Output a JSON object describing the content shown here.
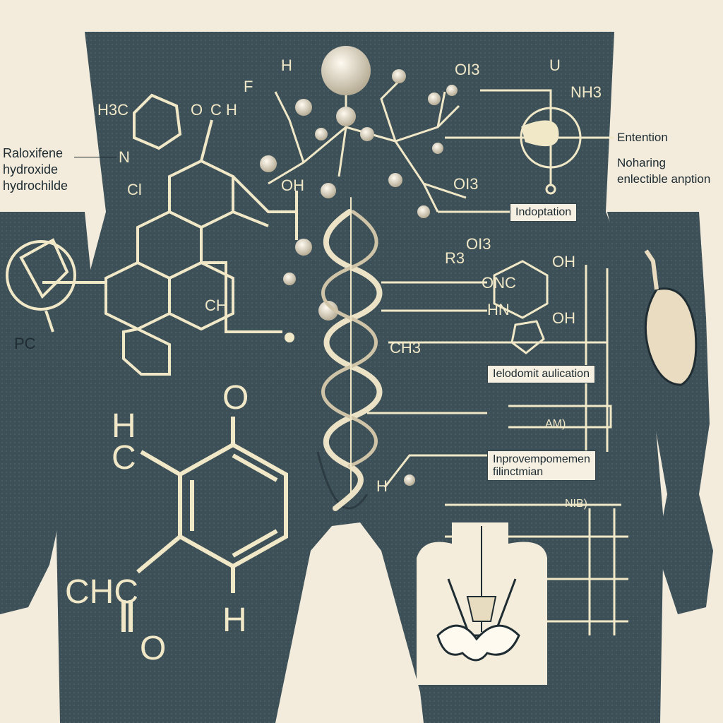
{
  "labels": {
    "left_title_1": "Raloxifene",
    "left_title_2": "hydroxide",
    "left_title_3": "hydrochilde",
    "right_top_1": "Entention",
    "right_top_2": "Noharing",
    "right_top_3": "enlectible anption",
    "box_1": "Indoptation",
    "box_2": "Ielodomit aulication",
    "box_3_line1": "Inprovempomemen",
    "box_3_line2": "filinctmian",
    "axis_1": "AM)",
    "axis_2": "NIB)"
  },
  "chem_text": {
    "h3c": "H3C",
    "o_top": "O",
    "c_h": "C H",
    "n_left": "N",
    "cl_left": "Cl",
    "h_top": "H",
    "f_top": "F",
    "oh_mid": "OH",
    "ch_mid": "CH",
    "pc": "PC",
    "ol_top": "OI3",
    "nh3": "NH3",
    "u_top": "U",
    "ol_mid": "OI3",
    "ol_right": "OI3",
    "r3": "R3",
    "onc": "ONC",
    "oh_right1": "OH",
    "hn": "HN",
    "oh_right2": "OH",
    "ch3": "CH3",
    "h_lower": "H",
    "big_h": "H",
    "big_c": "C",
    "big_o_top": "O",
    "big_chc": "CHC",
    "big_o_bottom": "O",
    "big_h_bottom": "H"
  },
  "colors": {
    "background": "#f3ecdc",
    "body": "#3d5057",
    "line": "#f1e8c8",
    "ink": "#1c2a30"
  }
}
